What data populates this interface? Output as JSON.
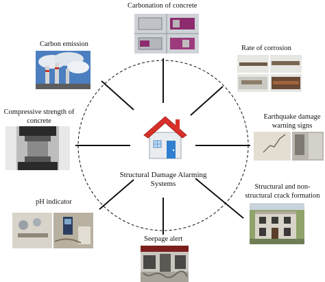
{
  "center": {
    "label": "Structural Damage Alarming Systems",
    "icon": "house-icon"
  },
  "nodes": [
    {
      "id": "carbonation",
      "label": "Carbonation of concrete",
      "icon": "concrete-samples-photo"
    },
    {
      "id": "corrosion",
      "label": "Rate of corrosion",
      "icon": "corroded-rebar-photo"
    },
    {
      "id": "earthquake",
      "label": "Earthquake damage warning signs",
      "icon": "cracked-wall-photo"
    },
    {
      "id": "crack",
      "label": "Structural and non-structural crack formation",
      "icon": "building-crack-photo"
    },
    {
      "id": "seepage",
      "label": "Seepage alert",
      "icon": "seepage-building-photo"
    },
    {
      "id": "ph",
      "label": "pH indicator",
      "icon": "ph-test-photo"
    },
    {
      "id": "compressive",
      "label": "Compressive strength of concrete",
      "icon": "compression-test-photo"
    },
    {
      "id": "emission",
      "label": "Carbon emission",
      "icon": "smokestack-photo"
    }
  ],
  "colors": {
    "roof": "#d9302a",
    "wall": "#e9ecef",
    "door": "#2f7fd0",
    "window": "#bcd7f2",
    "line": "#111111",
    "circle": "#222222"
  }
}
